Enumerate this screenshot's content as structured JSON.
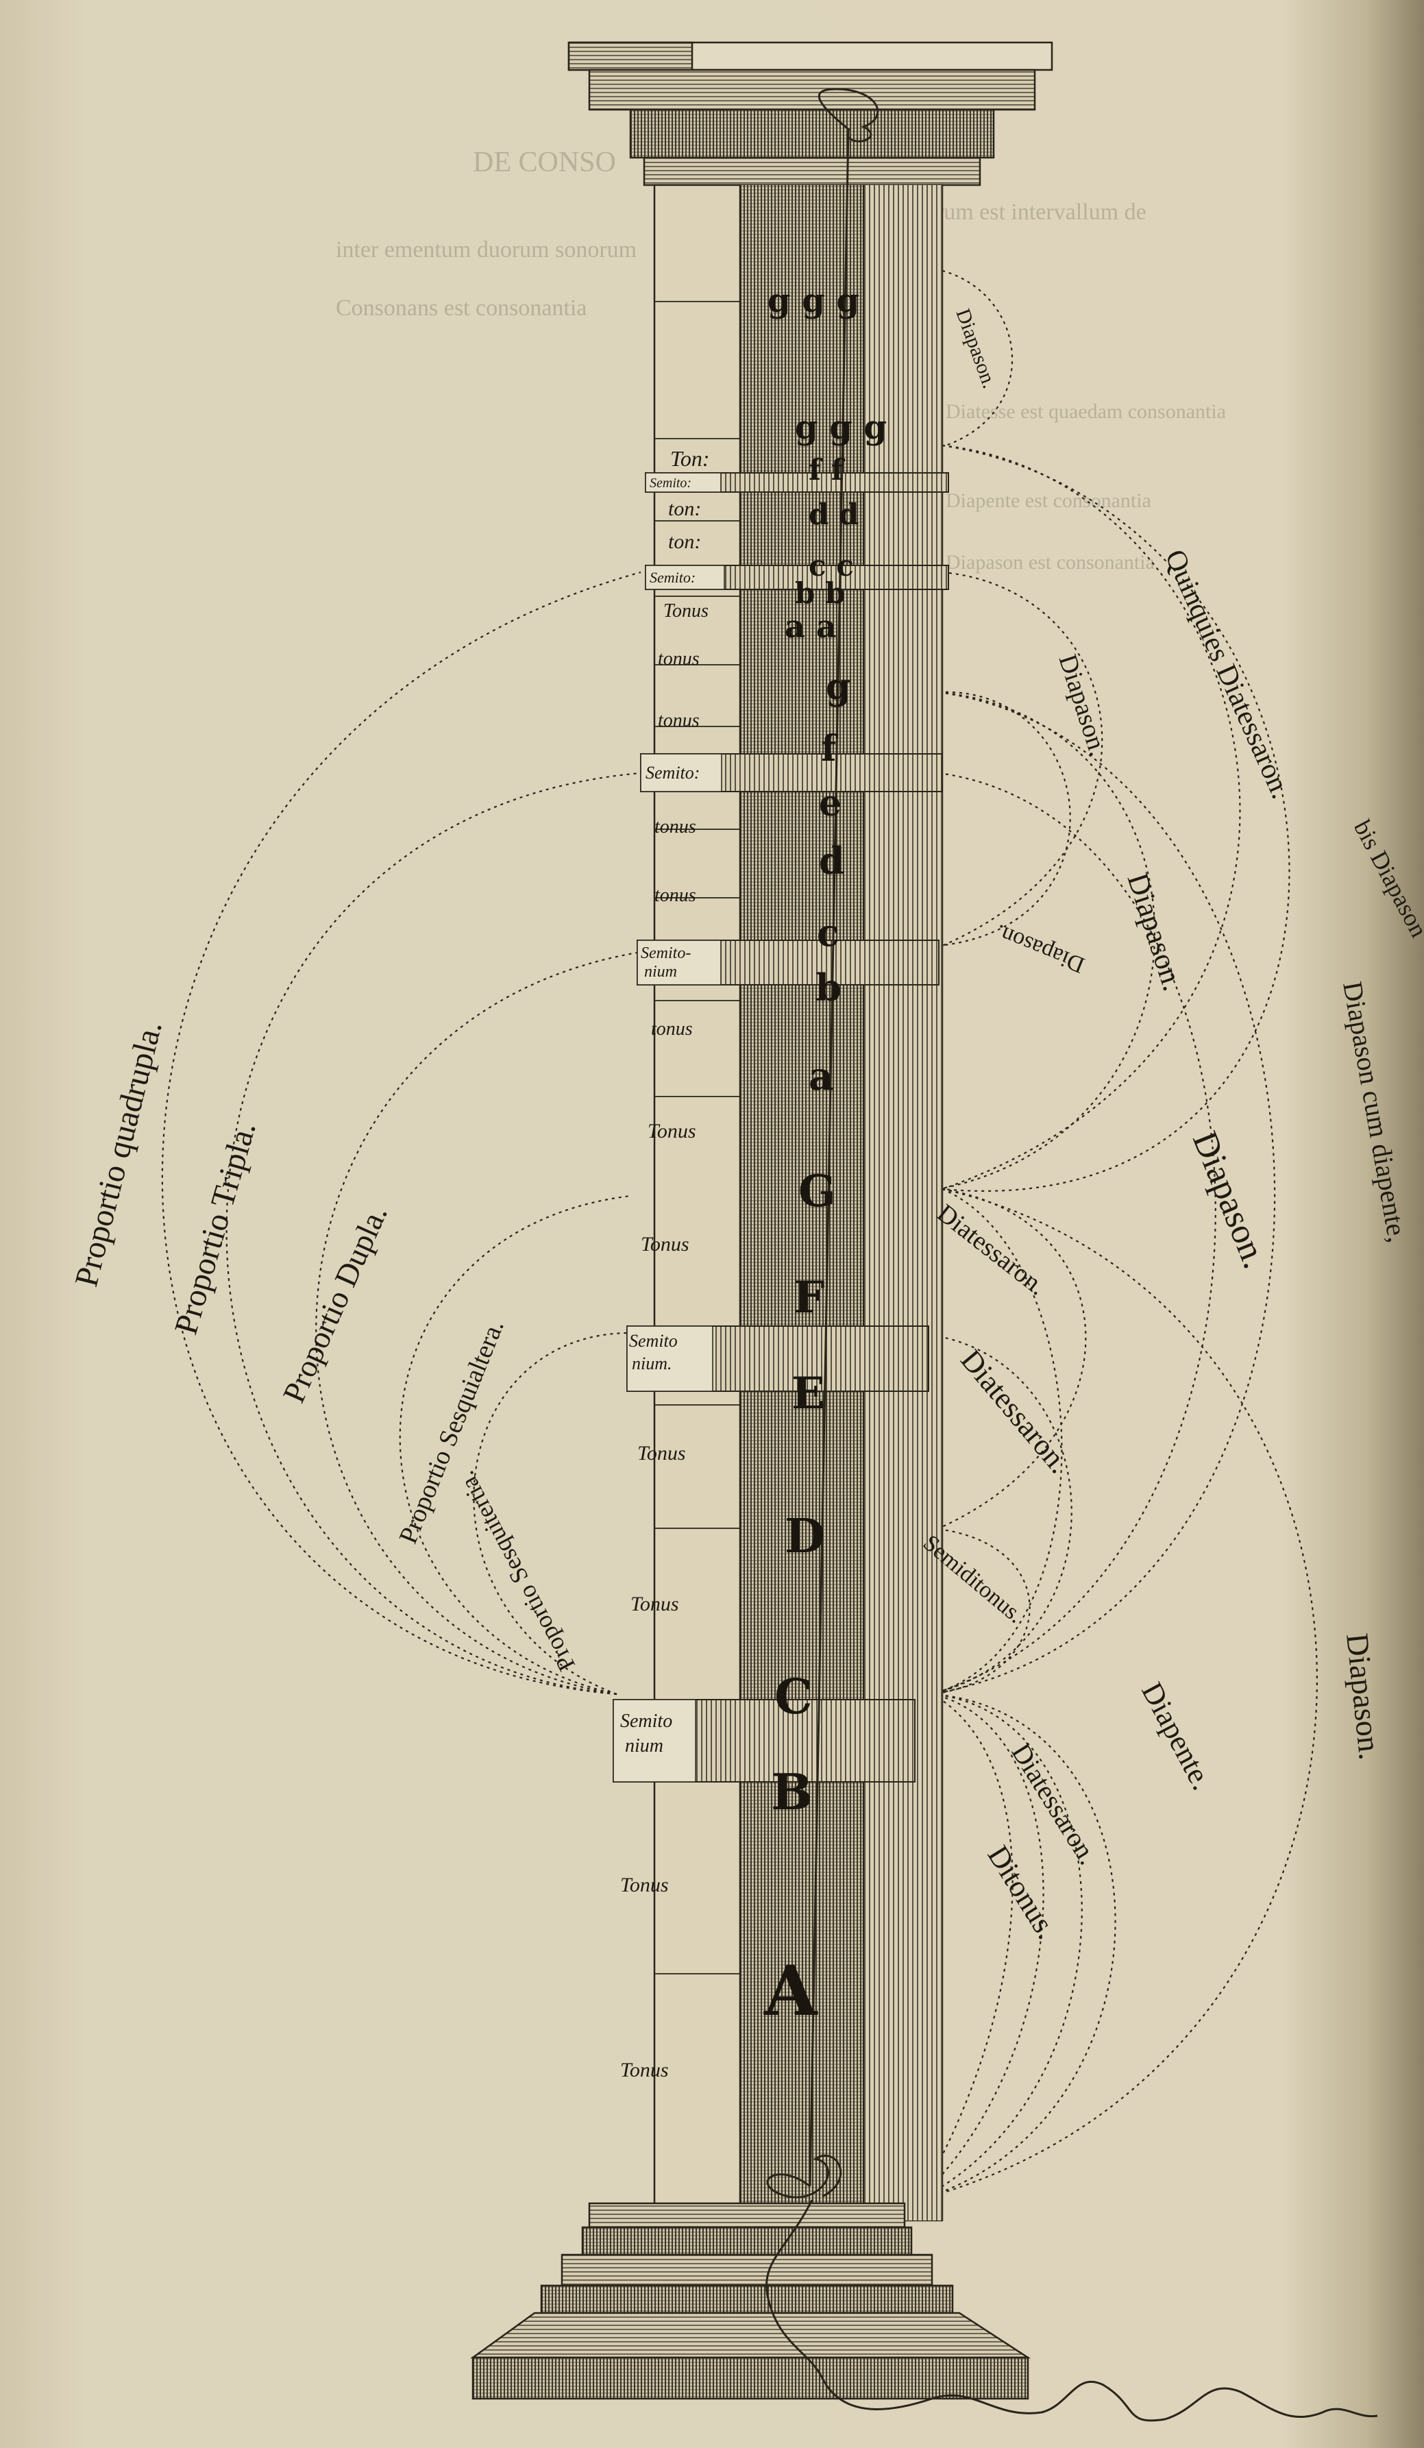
{
  "ghost_text": [
    "DE CONSO",
    "Verum est intervallum de",
    "inter ementum duorum sonorum",
    "Consonans est consonantia",
    "Diatesse est quaedam consonantia",
    "Diapente est consonantia",
    "Diapason est consonantia"
  ],
  "step_labels": [
    "Ton:",
    "Semito:",
    "ton:",
    "ton:",
    "Semito:",
    "Tonus",
    "tonus",
    "tonus",
    "Semito:",
    "tonus",
    "tonus",
    "Semito-",
    "nium",
    "tonus",
    "Tonus",
    "Tonus",
    "Semito",
    "nium.",
    "Tonus",
    "Tonus",
    "Semito",
    "nium",
    "Tonus",
    "Tonus"
  ],
  "notes": [
    "g g g",
    "g g g",
    "f f",
    "d d",
    "c c",
    "b b",
    "a a",
    "g",
    "f",
    "e",
    "d",
    "c",
    "b",
    "a",
    "G",
    "F",
    "E",
    "D",
    "C",
    "B",
    "A"
  ],
  "right_labels": [
    "Diapason.",
    "Quinquies Diatessaron.",
    "Diapason.",
    "Diapason.",
    "Diapason.",
    "Diapason.",
    "Diatessaron.",
    "Diatessaron.",
    "Semiditonus.",
    "Diapente.",
    "Diatessaron.",
    "Ditonus.",
    "Diapason.",
    "bis Diapason",
    "Diapason cum diapente,"
  ],
  "left_labels": [
    "Proportio quadrupla.",
    "Proportio Tripla.",
    "Proportio Dupla.",
    "Proportio Sesquialtera.",
    "Proportio Sesquitertia."
  ]
}
